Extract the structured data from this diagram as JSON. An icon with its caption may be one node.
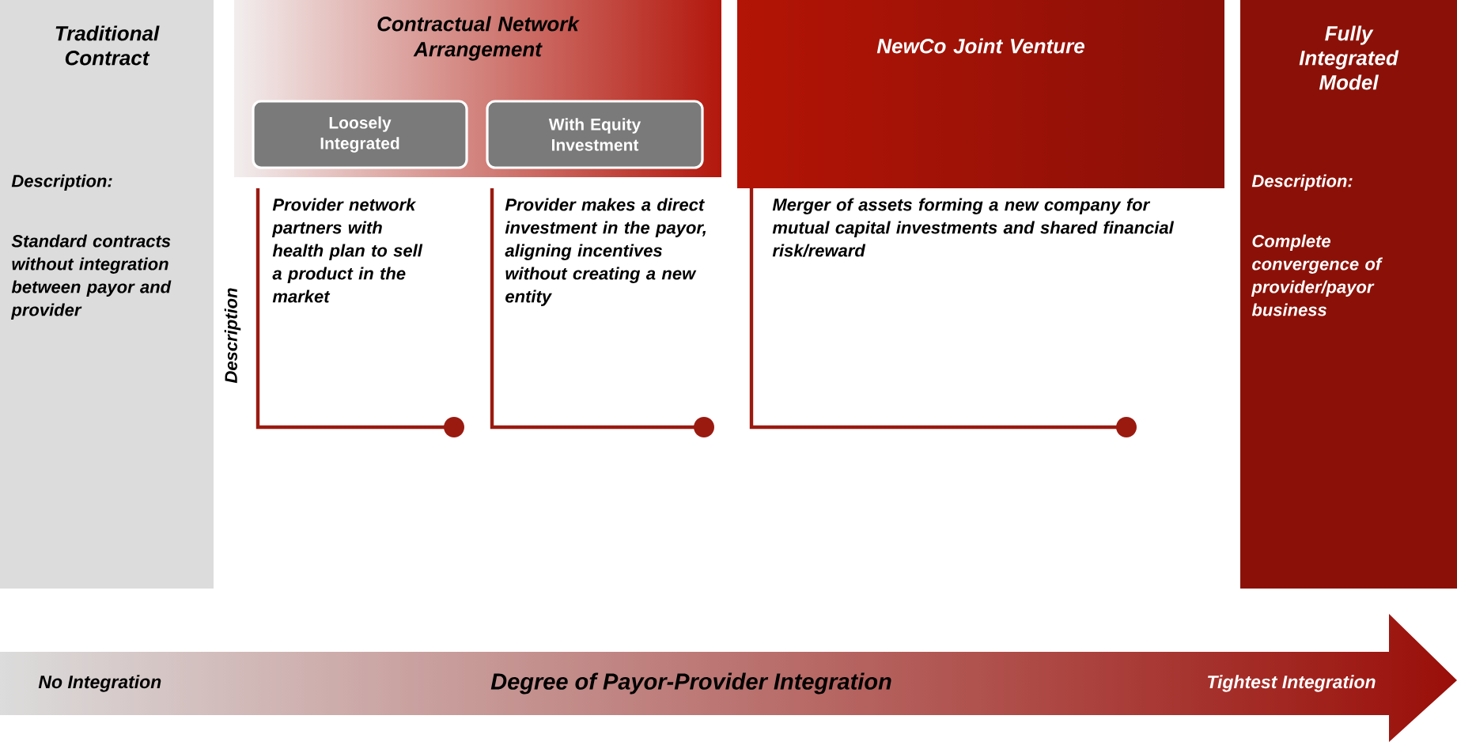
{
  "diagram": {
    "nodes": [
      {
        "text": [
          "Traditional Contract",
          "Description:",
          "Standard contracts without integration between payor and provider"
        ]
      },
      {
        "text": [
          "Contractual Network Arrangement"
        ]
      },
      {
        "text": [
          "Loosely Integrated"
        ],
        "in": 1
      },
      {
        "text": [
          "With Equity Investment"
        ],
        "in": 1
      },
      {
        "text": [
          "NewCo Joint Venture"
        ]
      },
      {
        "text": [
          "Fully Integrated Model",
          "Description:",
          "Complete convergence of provider/payor business"
        ]
      },
      {
        "text": [
          "No Integration",
          "Degree of Payor-Provider Integration",
          "Tightest Integration"
        ]
      }
    ],
    "labels": [
      "Description",
      "Provider network partners with health plan to sell a product in the market",
      "Provider makes a direct investment in the payor, aligning incentives without creating a new entity",
      "Merger of assets forming a new company for mutual capital investments and shared financial risk/reward"
    ]
  }
}
